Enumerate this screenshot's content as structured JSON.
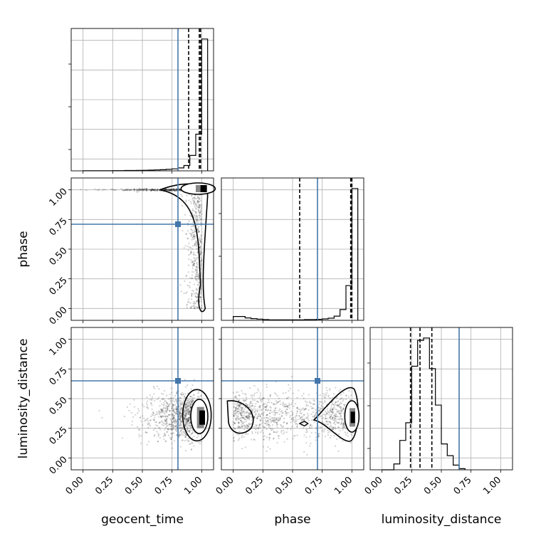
{
  "chart_data": {
    "type": "corner",
    "parameters": [
      "geocent_time",
      "phase",
      "luminosity_distance"
    ],
    "axis_labels": {
      "geocent_time": "geocent_time",
      "phase": "phase",
      "luminosity_distance": "luminosity_distance"
    },
    "tick_values": [
      0.0,
      0.25,
      0.5,
      0.75,
      1.0
    ],
    "tick_labels": [
      "0.00",
      "0.25",
      "0.50",
      "0.75",
      "1.00"
    ],
    "xlim": [
      -0.1,
      1.1
    ],
    "ylim": [
      -0.1,
      1.1
    ],
    "grid": true,
    "truth_color": "#4477aa",
    "truths": {
      "geocent_time": 0.8,
      "phase": 0.71,
      "luminosity_distance": 0.65
    },
    "quantiles": {
      "geocent_time": [
        0.89,
        0.98,
        0.99
      ],
      "phase": [
        0.56,
        0.99,
        1.0
      ],
      "luminosity_distance": [
        0.24,
        0.32,
        0.42
      ]
    },
    "histograms": {
      "geocent_time": {
        "bin_edges": [
          0.0,
          0.05,
          0.1,
          0.15,
          0.2,
          0.25,
          0.3,
          0.35,
          0.4,
          0.45,
          0.5,
          0.55,
          0.6,
          0.65,
          0.7,
          0.75,
          0.8,
          0.85,
          0.9,
          0.95,
          1.0,
          1.05
        ],
        "counts": [
          1,
          1,
          1,
          1,
          1,
          2,
          2,
          3,
          3,
          4,
          5,
          6,
          8,
          10,
          13,
          17,
          25,
          45,
          130,
          310,
          1115
        ]
      },
      "phase": {
        "bin_edges": [
          0.0,
          0.05,
          0.1,
          0.15,
          0.2,
          0.25,
          0.3,
          0.35,
          0.4,
          0.45,
          0.5,
          0.55,
          0.6,
          0.65,
          0.7,
          0.75,
          0.8,
          0.85,
          0.9,
          0.95,
          1.0,
          1.05
        ],
        "counts": [
          32,
          32,
          20,
          14,
          10,
          6,
          4,
          4,
          4,
          4,
          4,
          4,
          6,
          6,
          8,
          12,
          18,
          35,
          90,
          290,
          1100
        ]
      },
      "luminosity_distance": {
        "bin_edges": [
          0.0,
          0.05,
          0.1,
          0.15,
          0.2,
          0.25,
          0.3,
          0.35,
          0.4,
          0.45,
          0.5,
          0.55,
          0.6,
          0.65,
          0.7
        ],
        "counts": [
          0,
          0,
          5,
          25,
          40,
          88,
          110,
          112,
          86,
          55,
          22,
          12,
          4,
          1
        ]
      }
    },
    "correlations": {
      "phase_vs_geocent_time": {
        "mean": [
          0.96,
          0.88
        ],
        "sd": [
          0.05,
          0.2
        ],
        "n": 900
      },
      "luminosity_distance_vs_geocent_time": {
        "mean": [
          0.8,
          0.35
        ],
        "sd": [
          0.22,
          0.1
        ],
        "n": 1100
      },
      "luminosity_distance_vs_phase": {
        "mean": [
          0.55,
          0.36
        ],
        "sd": [
          0.3,
          0.1
        ],
        "n": 1100
      }
    }
  }
}
